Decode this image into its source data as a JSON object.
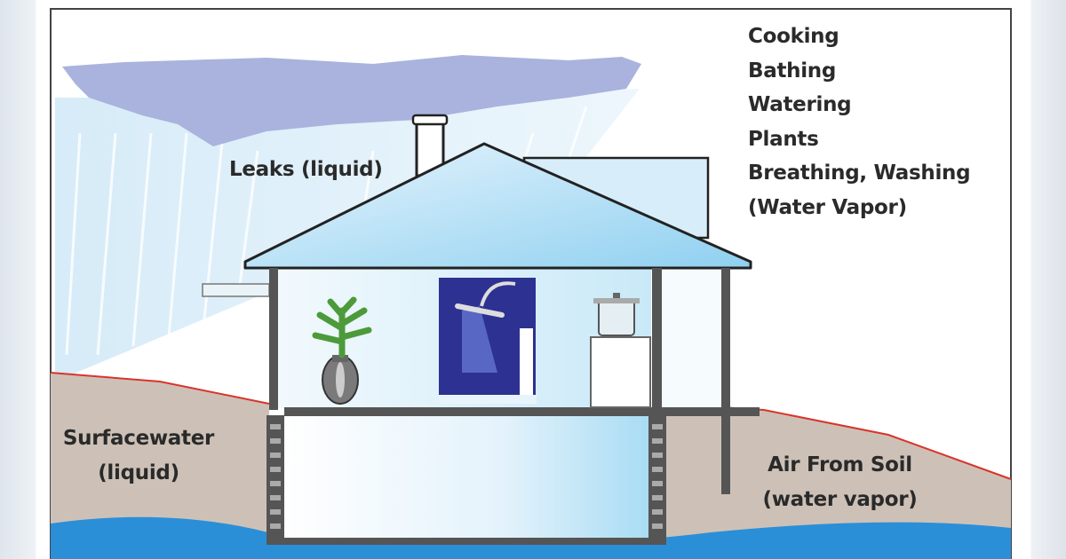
{
  "labels": {
    "leaks": "Leaks (liquid)",
    "indoor_sources": [
      "Cooking",
      "Bathing",
      "Watering",
      "Plants",
      "Breathing, Washing",
      "(Water Vapor)"
    ],
    "surfacewater": [
      "Surfacewater",
      "(liquid)"
    ],
    "air_from_soil": [
      "Air From Soil",
      "(water vapor)"
    ]
  },
  "colors": {
    "cloud": "#a9b3de",
    "ground": "#cdc1b7",
    "groundwater": "#2b8fd8",
    "shower": "#2d3191",
    "edge_line": "#d9342b"
  }
}
